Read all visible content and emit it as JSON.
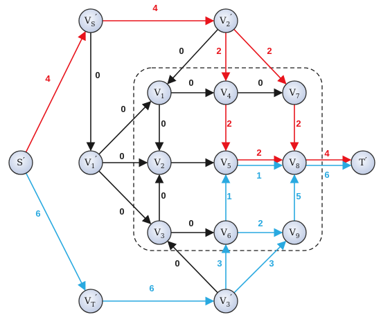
{
  "colors": {
    "black": "#1a1a1a",
    "red": "#e8141c",
    "blue": "#29a9e0",
    "node_fill_center": "#f4f7fc",
    "node_fill_edge": "#bdc9e3"
  },
  "nodes": [
    {
      "id": "S'",
      "base": "S",
      "sub": "",
      "prime": "′"
    },
    {
      "id": "VS'",
      "base": "V",
      "sub": "S",
      "prime": "′"
    },
    {
      "id": "V2'",
      "base": "V",
      "sub": "2",
      "prime": "′"
    },
    {
      "id": "V1'",
      "base": "V",
      "sub": "1",
      "prime": "′"
    },
    {
      "id": "VT'",
      "base": "V",
      "sub": "T",
      "prime": "′"
    },
    {
      "id": "V3'",
      "base": "V",
      "sub": "3",
      "prime": "′"
    },
    {
      "id": "V1",
      "base": "V",
      "sub": "1",
      "prime": ""
    },
    {
      "id": "V4",
      "base": "V",
      "sub": "4",
      "prime": ""
    },
    {
      "id": "V7",
      "base": "V",
      "sub": "7",
      "prime": ""
    },
    {
      "id": "V2",
      "base": "V",
      "sub": "2",
      "prime": ""
    },
    {
      "id": "V5",
      "base": "V",
      "sub": "5",
      "prime": ""
    },
    {
      "id": "V8",
      "base": "V",
      "sub": "8",
      "prime": ""
    },
    {
      "id": "V3",
      "base": "V",
      "sub": "3",
      "prime": ""
    },
    {
      "id": "V6",
      "base": "V",
      "sub": "6",
      "prime": ""
    },
    {
      "id": "V9",
      "base": "V",
      "sub": "9",
      "prime": ""
    },
    {
      "id": "T'",
      "base": "T",
      "sub": "",
      "prime": "′"
    }
  ],
  "edges": [
    {
      "from": "S'",
      "to": "VS'",
      "color": "red",
      "label": "4"
    },
    {
      "from": "S'",
      "to": "VT'",
      "color": "blue",
      "label": "6"
    },
    {
      "from": "VS'",
      "to": "V2'",
      "color": "red",
      "label": "4"
    },
    {
      "from": "VS'",
      "to": "V1'",
      "color": "black",
      "label": "0"
    },
    {
      "from": "V2'",
      "to": "V1",
      "color": "black",
      "label": "0"
    },
    {
      "from": "V2'",
      "to": "V4",
      "color": "red",
      "label": "2"
    },
    {
      "from": "V2'",
      "to": "V7",
      "color": "red",
      "label": "2"
    },
    {
      "from": "V1'",
      "to": "V1",
      "color": "black",
      "label": "0"
    },
    {
      "from": "V1'",
      "to": "V2",
      "color": "black",
      "label": "0"
    },
    {
      "from": "V1'",
      "to": "V3",
      "color": "black",
      "label": "0"
    },
    {
      "from": "V1",
      "to": "V4",
      "color": "black",
      "label": "0"
    },
    {
      "from": "V4",
      "to": "V7",
      "color": "black",
      "label": "0"
    },
    {
      "from": "V1",
      "to": "V2",
      "color": "black",
      "label": "0"
    },
    {
      "from": "V4",
      "to": "V5",
      "color": "red",
      "label": "2"
    },
    {
      "from": "V7",
      "to": "V8",
      "color": "red",
      "label": "2"
    },
    {
      "from": "V2",
      "to": "V5",
      "color": "black",
      "label": ""
    },
    {
      "from": "V5",
      "to": "V8",
      "color": "red",
      "label": "2",
      "offset": -4
    },
    {
      "from": "V5",
      "to": "V8",
      "color": "blue",
      "label": "1",
      "offset": 4
    },
    {
      "from": "V8",
      "to": "T'",
      "color": "red",
      "label": "4",
      "offset": -4
    },
    {
      "from": "V8",
      "to": "T'",
      "color": "blue",
      "label": "6",
      "offset": 4
    },
    {
      "from": "V3",
      "to": "V2",
      "color": "black",
      "label": "0"
    },
    {
      "from": "V6",
      "to": "V5",
      "color": "blue",
      "label": "1"
    },
    {
      "from": "V9",
      "to": "V8",
      "color": "blue",
      "label": "5"
    },
    {
      "from": "V3",
      "to": "V6",
      "color": "black",
      "label": "0"
    },
    {
      "from": "V6",
      "to": "V9",
      "color": "blue",
      "label": "2"
    },
    {
      "from": "VT'",
      "to": "V3'",
      "color": "blue",
      "label": "6"
    },
    {
      "from": "V3'",
      "to": "V3",
      "color": "black",
      "label": "0"
    },
    {
      "from": "V3'",
      "to": "V6",
      "color": "blue",
      "label": "3"
    },
    {
      "from": "V3'",
      "to": "V9",
      "color": "blue",
      "label": "3"
    }
  ]
}
